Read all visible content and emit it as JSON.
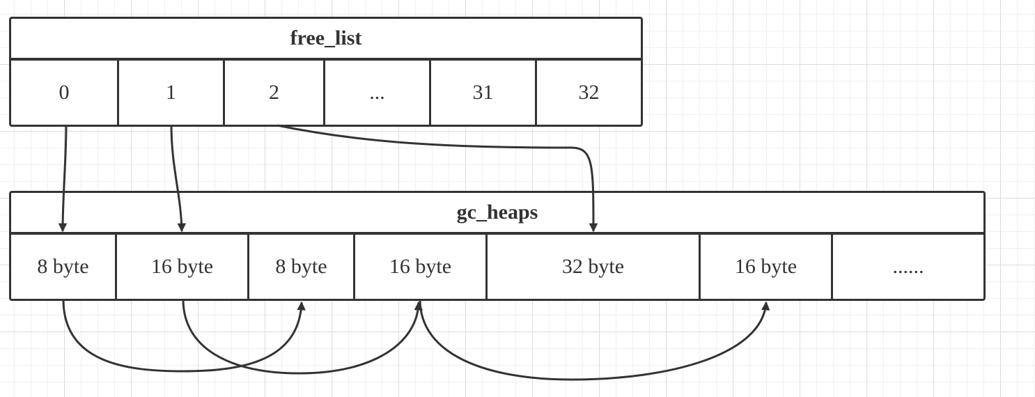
{
  "free_list": {
    "title": "free_list",
    "slots": [
      "0",
      "1",
      "2",
      "...",
      "31",
      "32"
    ]
  },
  "gc_heaps": {
    "title": "gc_heaps",
    "blocks": [
      "8 byte",
      "16 byte",
      "8 byte",
      "16 byte",
      "32 byte",
      "16 byte",
      "......"
    ]
  },
  "colors": {
    "stroke": "#333333",
    "grid": "#dcdcdc",
    "background": "#ffffff"
  }
}
